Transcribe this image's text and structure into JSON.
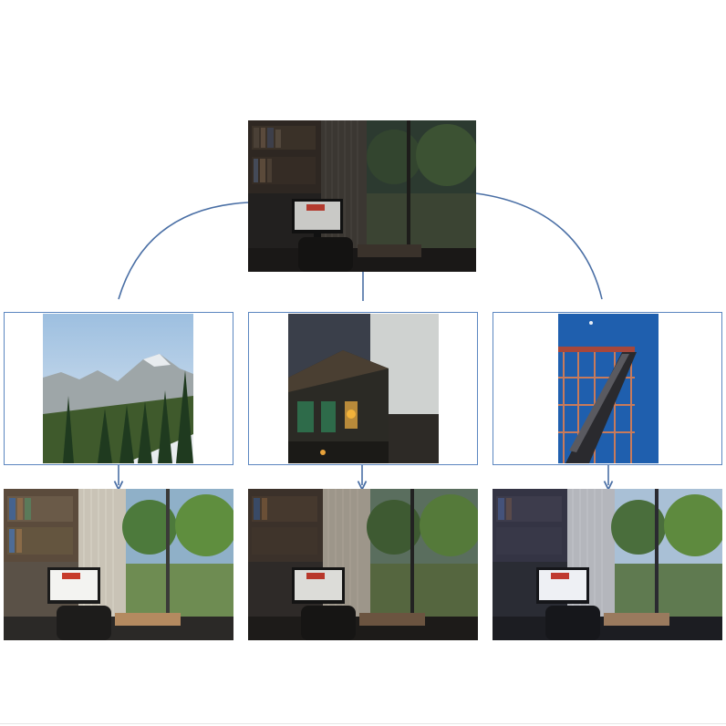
{
  "colors": {
    "accent": "#4a6fa5",
    "frame_border": "#5b86c0"
  },
  "images": {
    "source": {
      "name": "office-photo-original",
      "description_icon": "photo-icon"
    },
    "styles": [
      {
        "name": "mountain-photo",
        "icon": "mountain-icon"
      },
      {
        "name": "night-house-photo",
        "icon": "house-icon"
      },
      {
        "name": "roller-coaster-photo",
        "icon": "roller-coaster-icon"
      }
    ],
    "results": [
      {
        "name": "office-result-bright"
      },
      {
        "name": "office-result-dark"
      },
      {
        "name": "office-result-blue"
      }
    ]
  }
}
